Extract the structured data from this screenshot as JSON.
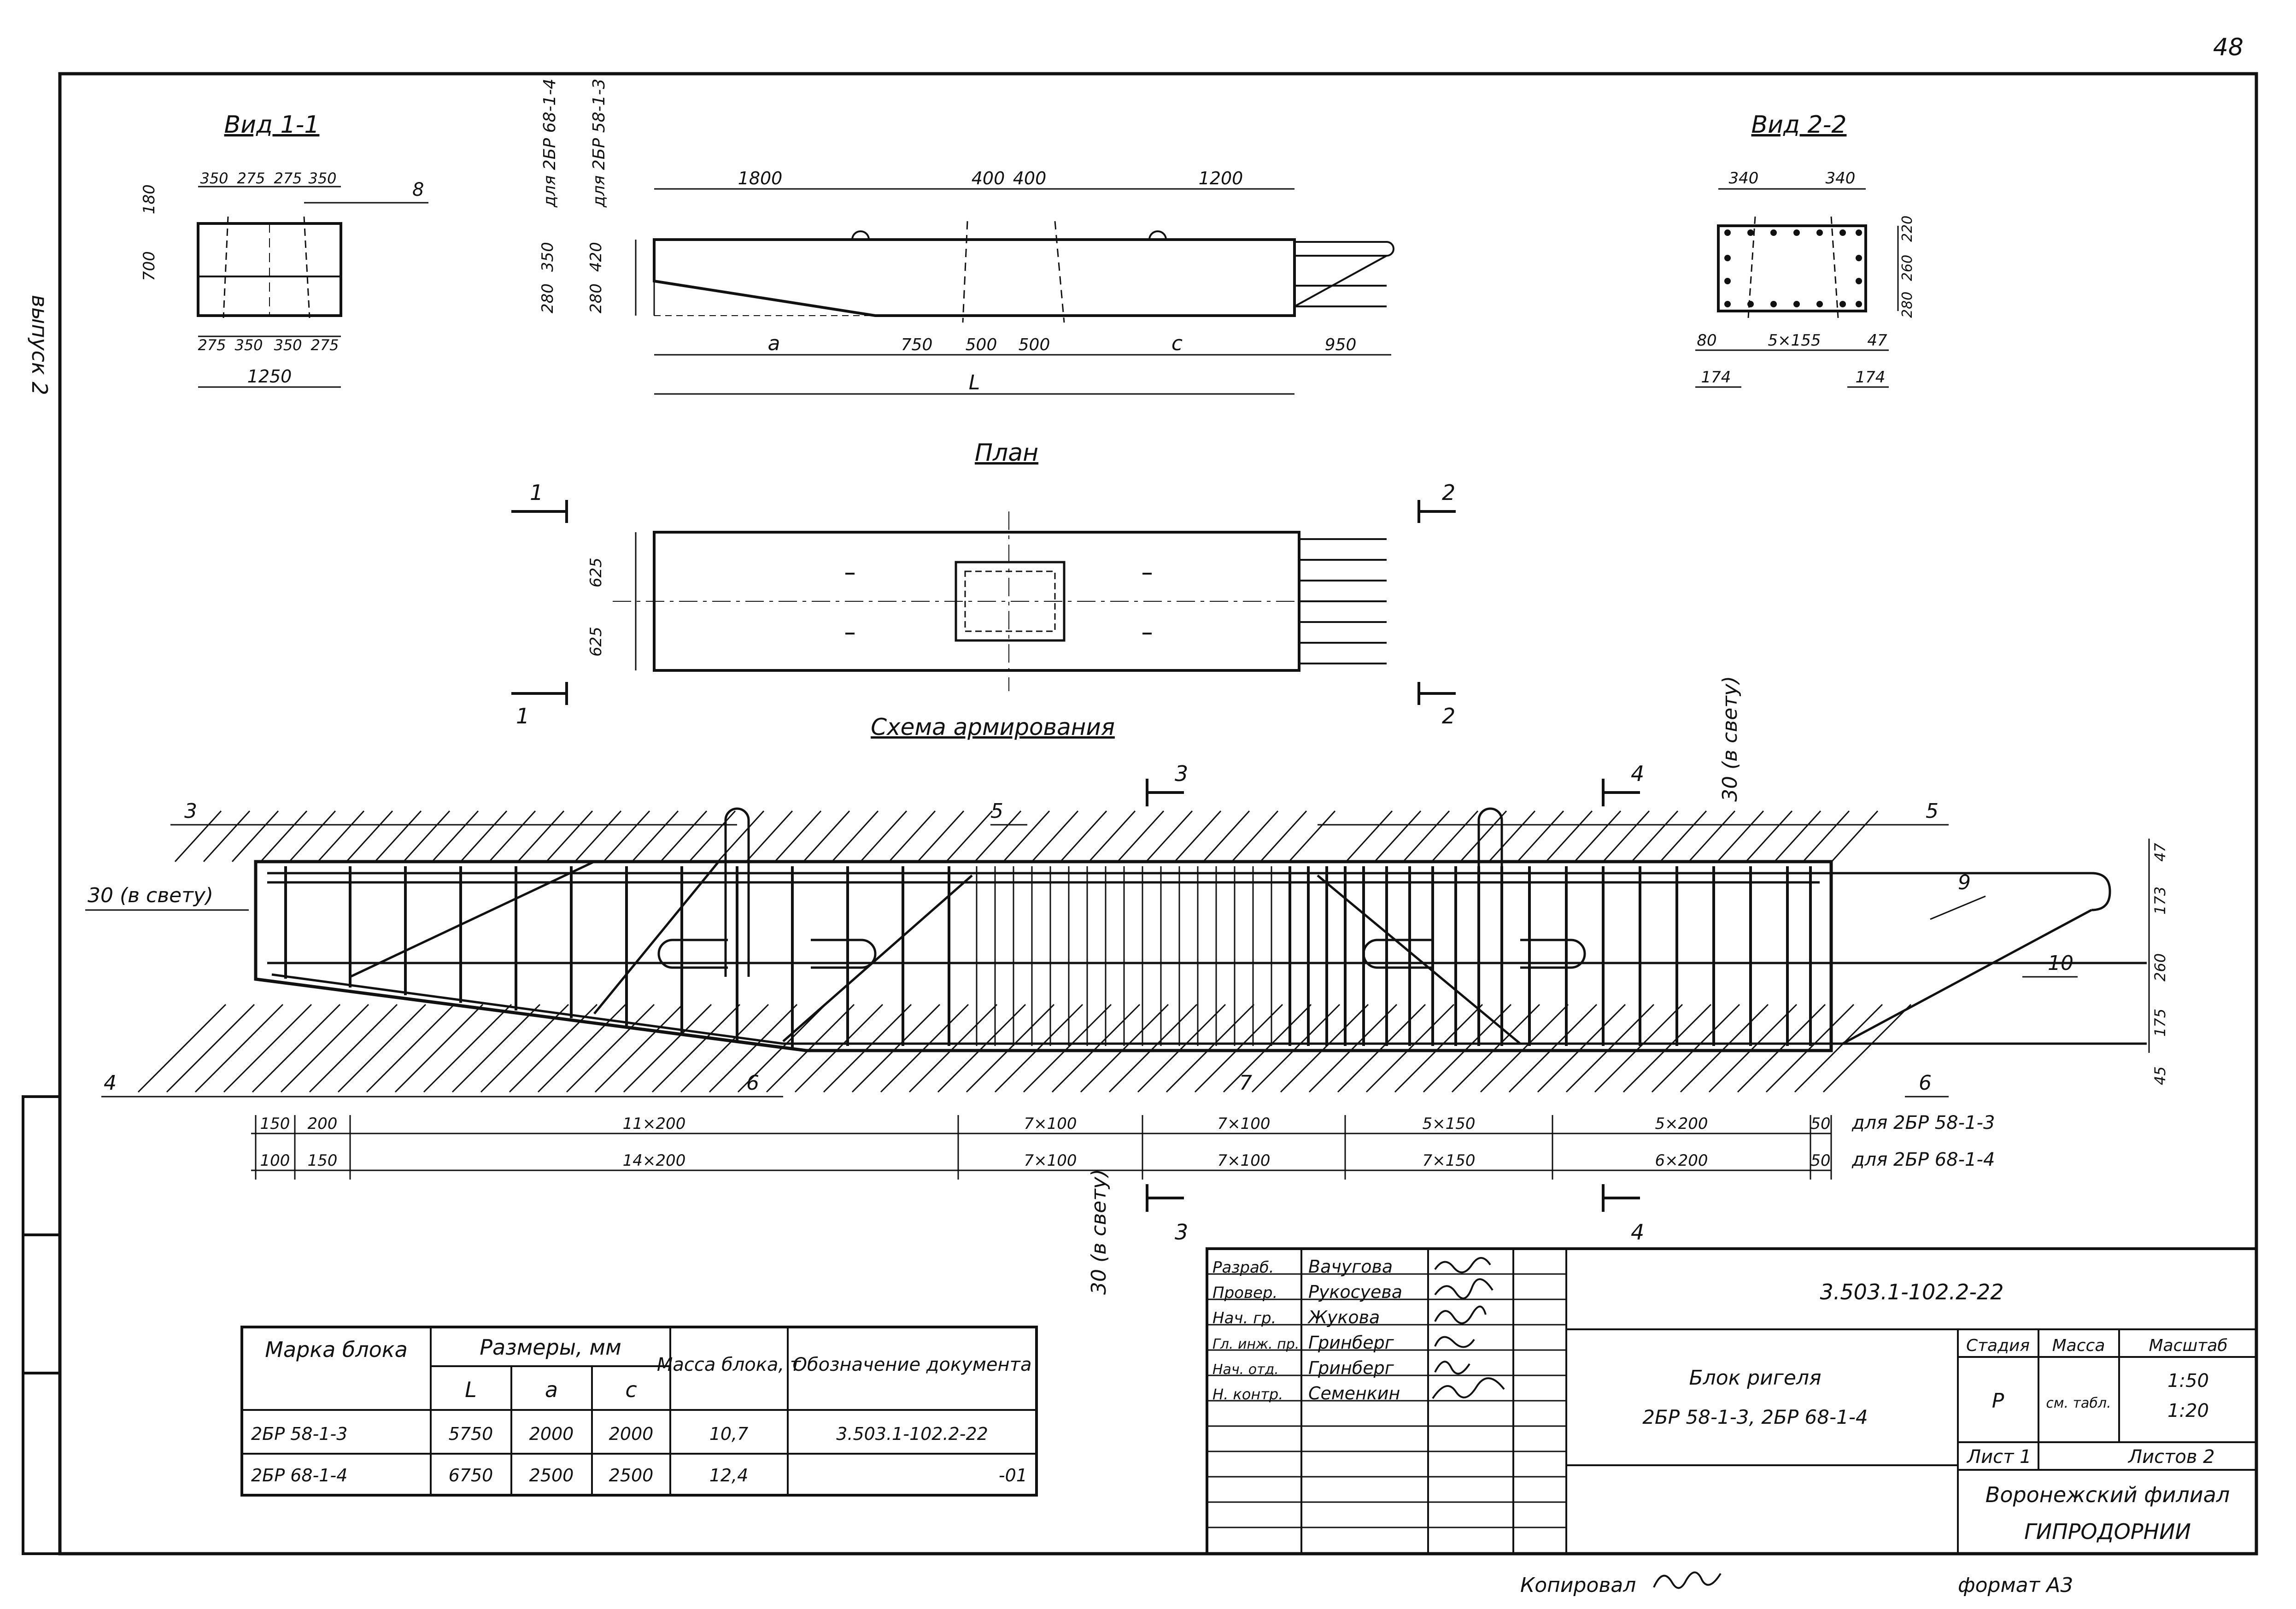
{
  "page_number": "48",
  "side_text": "выпуск 2",
  "views": {
    "view11": {
      "title": "Вид 1-1",
      "dims_top": [
        "350",
        "275",
        "275",
        "350"
      ],
      "dims_bottom": [
        "275",
        "350",
        "350",
        "275"
      ],
      "total": "1250",
      "left_dims": [
        "180",
        "700"
      ],
      "callout": "8"
    },
    "elevation": {
      "vertical_labels": [
        "для 2БР 68-1-4",
        "для 2БР 58-1-3"
      ],
      "left_dims_a": [
        "350",
        "280"
      ],
      "left_dims_b": [
        "420",
        "280"
      ],
      "top_dims": [
        "1800",
        "400",
        "400",
        "1200"
      ],
      "bottom_dims": [
        "a",
        "750",
        "500",
        "500",
        "c",
        "950"
      ],
      "total": "L"
    },
    "view22": {
      "title": "Вид 2-2",
      "top_dims": [
        "340",
        "340"
      ],
      "right_dims": [
        "220",
        "260",
        "280"
      ],
      "bottom_dims": [
        "80",
        "5×155",
        "47"
      ],
      "sub_dims": [
        "174",
        "174"
      ]
    },
    "plan": {
      "title": "План",
      "left_dims": [
        "625",
        "625"
      ],
      "section_left": "1",
      "section_right": "2"
    }
  },
  "scheme": {
    "title": "Схема армирования",
    "callouts": [
      "3",
      "5",
      "5",
      "4",
      "6",
      "7",
      "6",
      "9",
      "10"
    ],
    "clear_label": "30 (в свету)",
    "section_marks": [
      "3",
      "4",
      "3",
      "4"
    ],
    "right_dims": [
      "47",
      "173",
      "260",
      "175",
      "45"
    ],
    "row1": {
      "label": "для 2БР 58-1-3",
      "dims": [
        "150",
        "200",
        "11×200",
        "7×100",
        "7×100",
        "5×150",
        "5×200",
        "50"
      ]
    },
    "row2": {
      "label": "для 2БР 68-1-4",
      "dims": [
        "100",
        "150",
        "14×200",
        "7×100",
        "7×100",
        "7×150",
        "6×200",
        "50"
      ]
    }
  },
  "spec_table": {
    "headers": {
      "mark": "Марка блока",
      "sizes": "Размеры, мм",
      "L": "L",
      "a": "a",
      "c": "c",
      "mass": "Масса блока, т",
      "doc": "Обозначение документа"
    },
    "rows": [
      {
        "mark": "2БР 58-1-3",
        "L": "5750",
        "a": "2000",
        "c": "2000",
        "mass": "10,7",
        "doc": "3.503.1-102.2-22"
      },
      {
        "mark": "2БР 68-1-4",
        "L": "6750",
        "a": "2500",
        "c": "2500",
        "mass": "12,4",
        "doc": "-01"
      }
    ]
  },
  "title_block": {
    "roles": [
      "Разраб.",
      "Провер.",
      "Нач. гр.",
      "Гл. инж. пр.",
      "Нач. отд.",
      "Н. контр."
    ],
    "names": [
      "Вачугова",
      "Рукосуева",
      "Жукова",
      "Гринберг",
      "Гринберг",
      "Семенкин"
    ],
    "doc_code": "3.503.1-102.2-22",
    "name_line1": "Блок ригеля",
    "name_line2": "2БР 58-1-3,  2БР 68-1-4",
    "stage_hdr": "Стадия",
    "mass_hdr": "Масса",
    "scale_hdr": "Масштаб",
    "stage": "Р",
    "mass": "см. табл.",
    "scale1": "1:50",
    "scale2": "1:20",
    "sheet": "Лист 1",
    "sheets": "Листов 2",
    "org1": "Воронежский филиал",
    "org2": "ГИПРОДОРНИИ"
  },
  "footer": {
    "copied": "Копировал",
    "format": "формат А3"
  }
}
